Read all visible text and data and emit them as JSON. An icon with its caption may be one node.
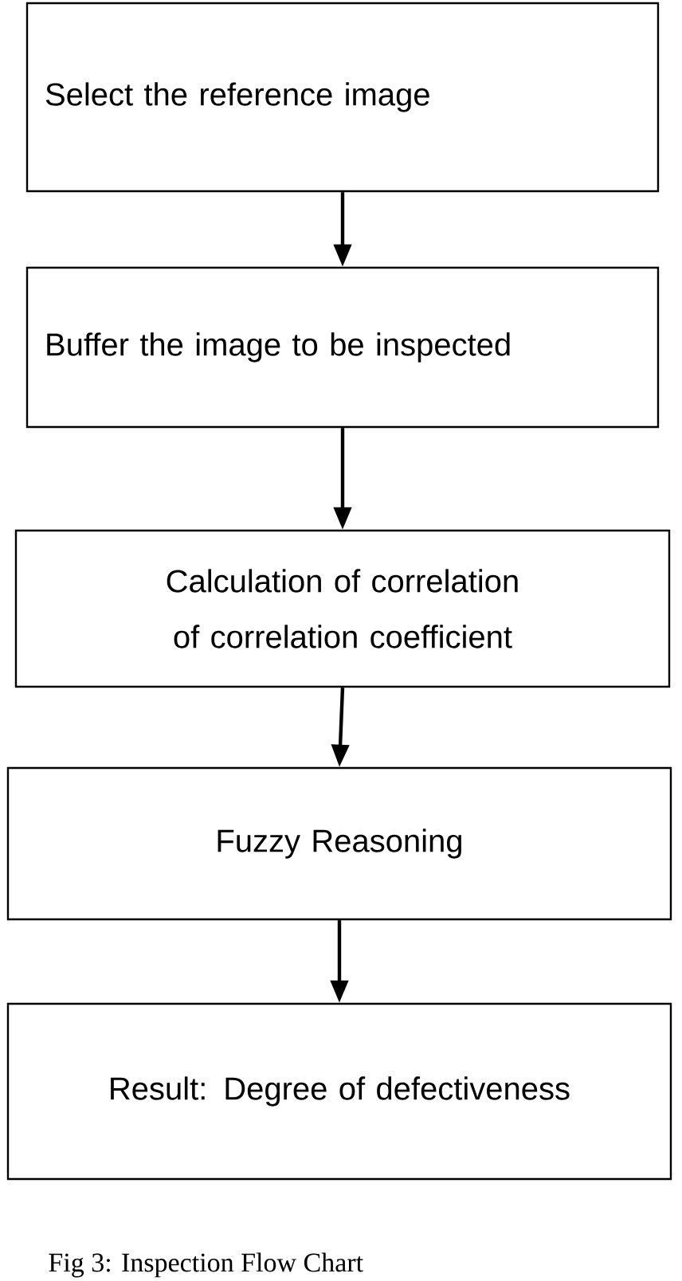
{
  "diagram": {
    "caption": "Fig 3: Inspection Flow Chart",
    "nodes": [
      {
        "text": [
          "Select the reference image"
        ]
      },
      {
        "text": [
          "Buffer the image to be inspected"
        ]
      },
      {
        "text": [
          "Calculation of correlation of correlation coefficient"
        ]
      },
      {
        "text": [
          "Fuzzy Reasoning"
        ]
      },
      {
        "text": [
          "Result: Degree of defectiveness"
        ]
      }
    ],
    "edges": [
      {
        "from": 0,
        "to": 1,
        "arrow": "to"
      },
      {
        "from": 1,
        "to": 2,
        "arrow": "to"
      },
      {
        "from": 2,
        "to": 3,
        "arrow": "to"
      },
      {
        "from": 3,
        "to": 4,
        "arrow": "to"
      }
    ]
  }
}
